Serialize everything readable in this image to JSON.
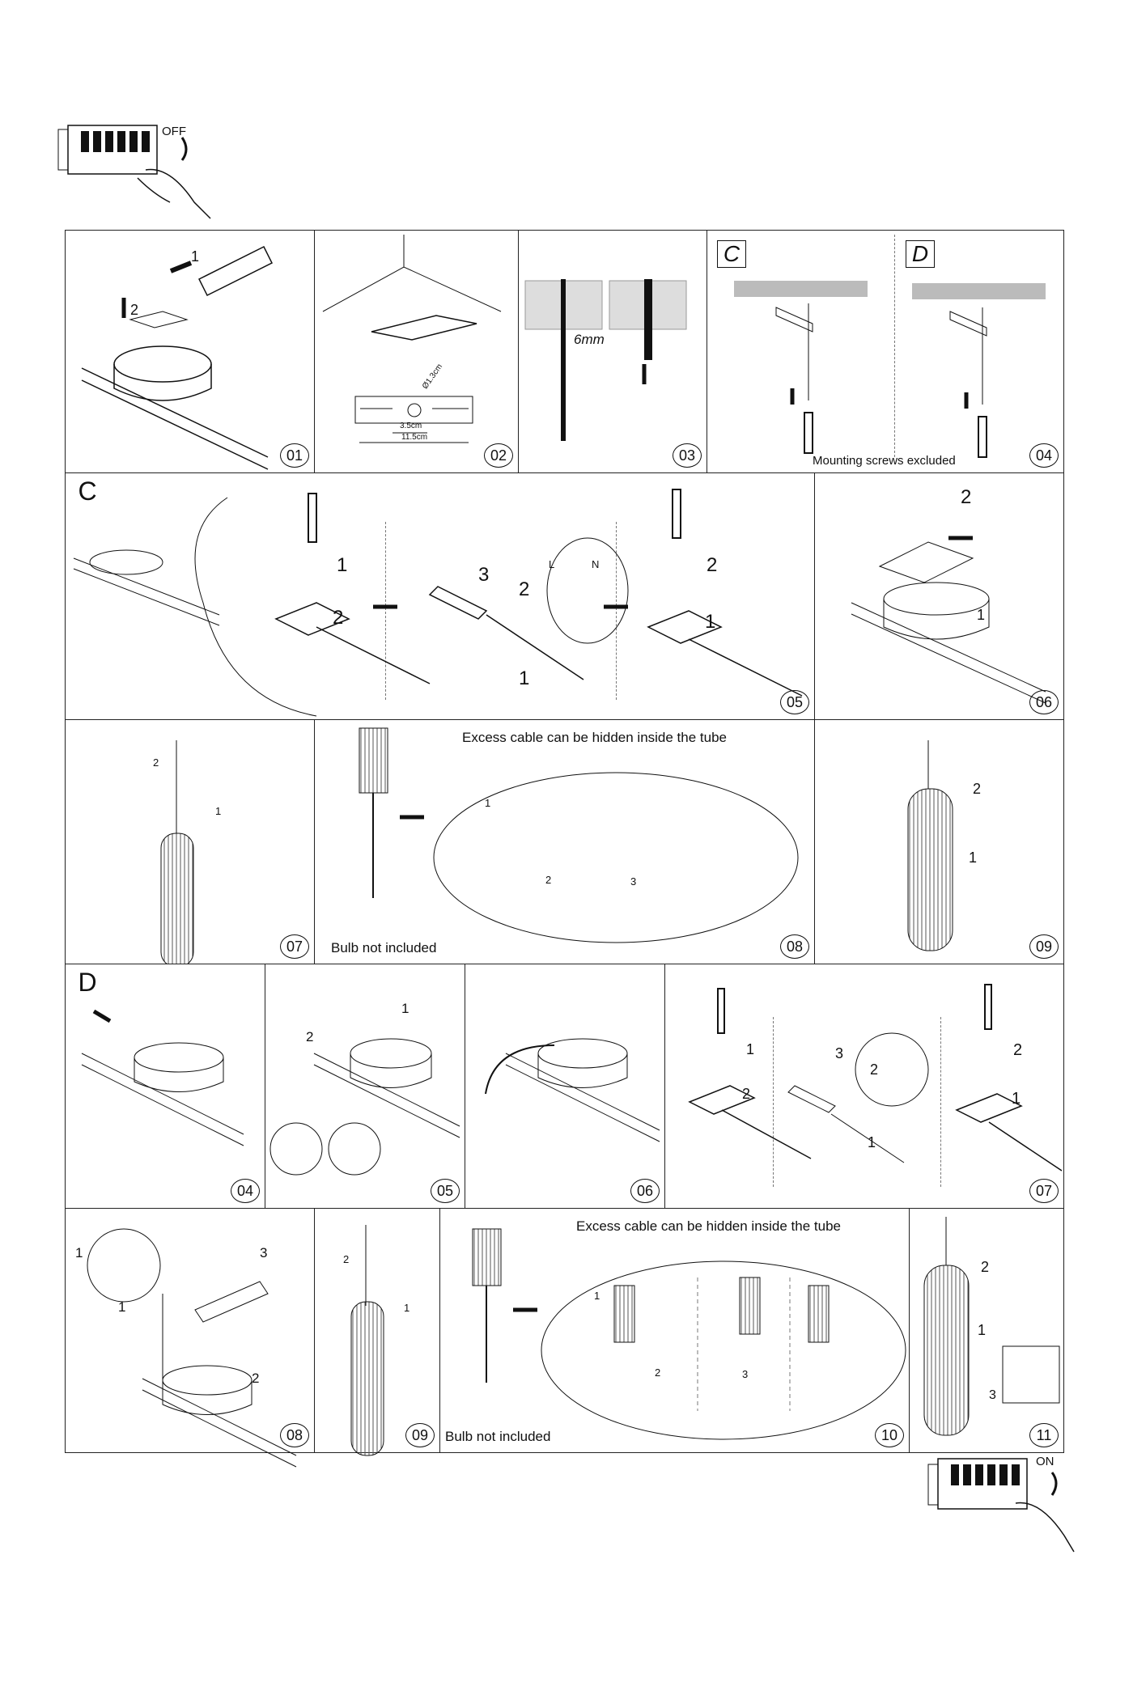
{
  "switch_off": {
    "label": "OFF"
  },
  "switch_on": {
    "label": "ON"
  },
  "steps_common": [
    {
      "num": "01",
      "labels": [
        "1",
        "2"
      ]
    },
    {
      "num": "02",
      "dims": {
        "hole": "Ø1.3cm",
        "inner": "3.5cm",
        "outer": "11.5cm"
      }
    },
    {
      "num": "03",
      "drill": "6mm"
    },
    {
      "num": "04",
      "variants": [
        "C",
        "D"
      ],
      "caption": "Mounting screws excluded"
    }
  ],
  "section_c": {
    "letter": "C",
    "step05": {
      "num": "05",
      "labels": [
        "1",
        "2",
        "3",
        "2",
        "1",
        "1",
        "2"
      ],
      "wiring": {
        "l": "L",
        "n": "N"
      }
    },
    "step06": {
      "num": "06",
      "labels": [
        "2",
        "1"
      ]
    },
    "step07": {
      "num": "07",
      "labels": [
        "2",
        "1"
      ]
    },
    "step08": {
      "num": "08",
      "caption": "Excess cable can be hidden inside the tube",
      "bulb": "Bulb not included",
      "labels": [
        "1",
        "2",
        "3"
      ]
    },
    "step09": {
      "num": "09",
      "labels": [
        "2",
        "1"
      ]
    }
  },
  "section_d": {
    "letter": "D",
    "step04": {
      "num": "04"
    },
    "step05": {
      "num": "05",
      "labels": [
        "1",
        "2"
      ]
    },
    "step06": {
      "num": "06"
    },
    "step07": {
      "num": "07",
      "labels": [
        "1",
        "2",
        "3",
        "2",
        "1",
        "2",
        "1"
      ]
    },
    "step08": {
      "num": "08",
      "labels": [
        "1",
        "1",
        "3",
        "2"
      ]
    },
    "step09": {
      "num": "09",
      "labels": [
        "2",
        "1"
      ]
    },
    "step10": {
      "num": "10",
      "caption": "Excess cable can be hidden inside the tube",
      "bulb": "Bulb not included",
      "labels": [
        "1",
        "2",
        "3"
      ]
    },
    "step11": {
      "num": "11",
      "labels": [
        "2",
        "1",
        "3"
      ]
    }
  }
}
